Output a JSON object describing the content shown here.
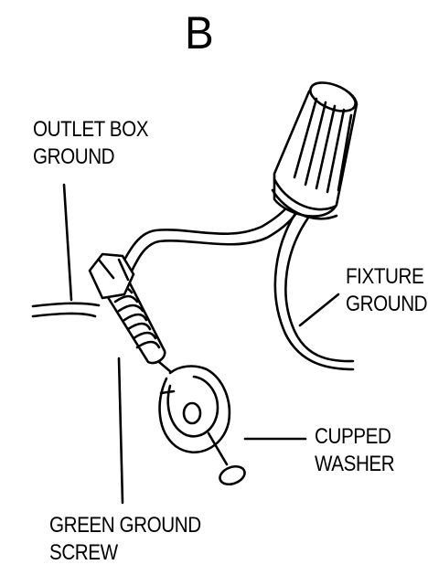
{
  "figure": {
    "panel_letter": "B",
    "ink_color": "#000000",
    "background_color": "#ffffff"
  },
  "labels": {
    "outlet_box_ground": [
      "OUTLET BOX",
      "GROUND"
    ],
    "fixture_ground": [
      "FIXTURE",
      "GROUND"
    ],
    "cupped_washer": [
      "CUPPED",
      "WASHER"
    ],
    "green_ground_screw": [
      "GREEN GROUND",
      "SCREW"
    ]
  }
}
